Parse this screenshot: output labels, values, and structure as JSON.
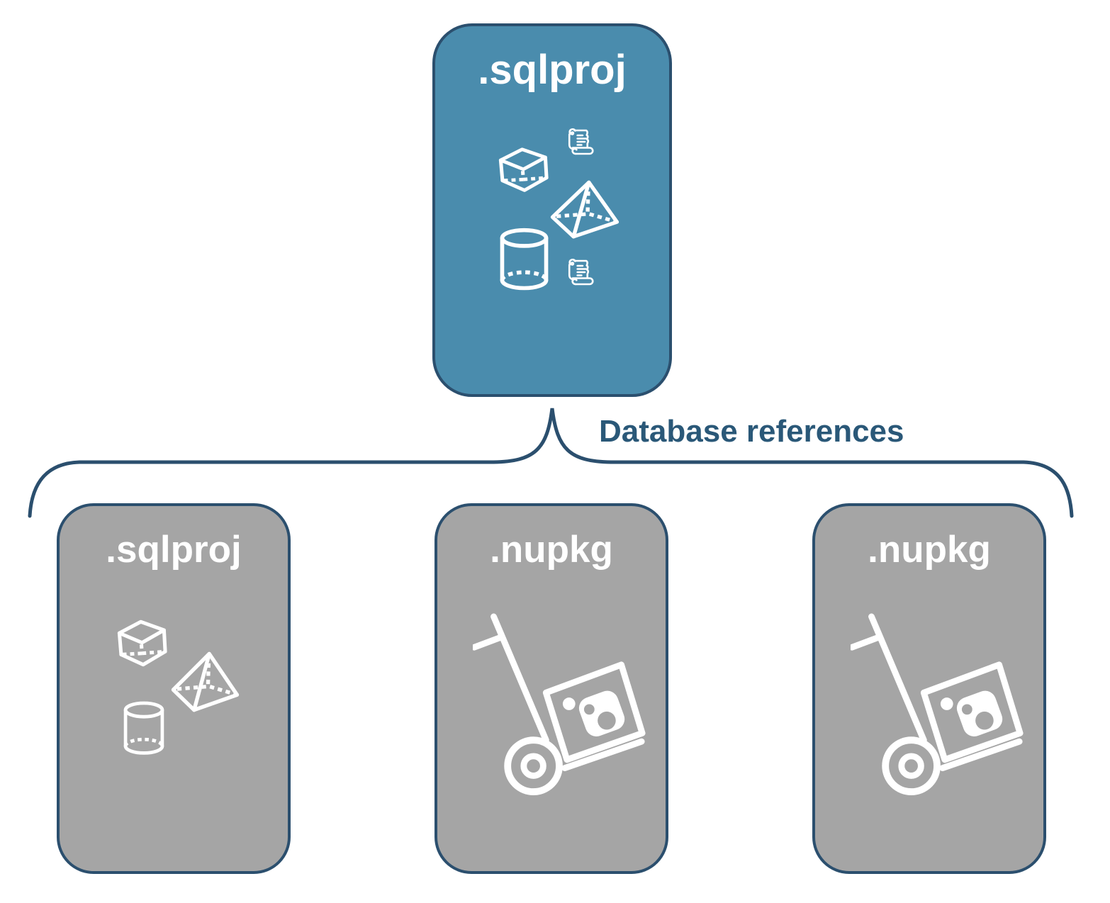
{
  "colors": {
    "background": "#ffffff",
    "accent_fill": "#4A8CAD",
    "gray_fill": "#A5A5A5",
    "outline": "#2B4F6E",
    "label_text": "#2A5878",
    "title_text": "#ffffff",
    "icon_stroke": "#ffffff"
  },
  "diagram": {
    "connector_label": "Database references",
    "root": {
      "title": ".sqlproj",
      "icons": [
        "script-scroll-icon",
        "cube-icon",
        "pyramid-icon",
        "cylinder-icon",
        "script-scroll-icon"
      ]
    },
    "children": [
      {
        "title": ".sqlproj",
        "icons": [
          "cube-icon",
          "pyramid-icon",
          "cylinder-icon"
        ]
      },
      {
        "title": ".nupkg",
        "icons": [
          "package-dolly-icon"
        ]
      },
      {
        "title": ".nupkg",
        "icons": [
          "package-dolly-icon"
        ]
      }
    ]
  }
}
